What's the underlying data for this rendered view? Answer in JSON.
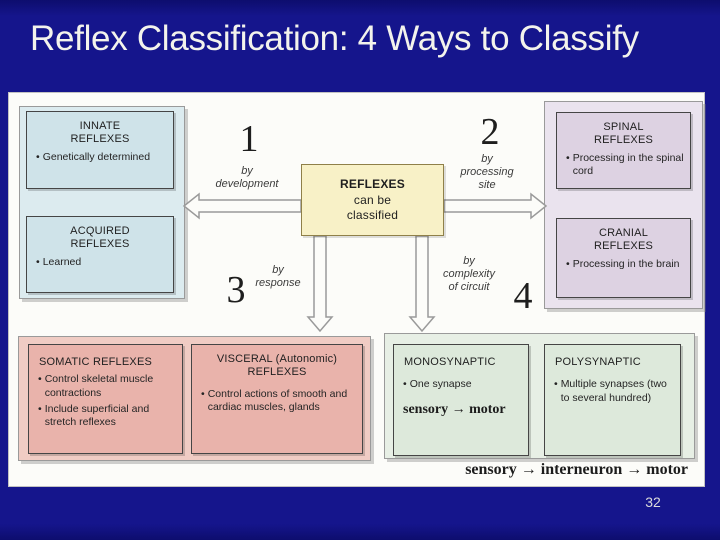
{
  "colors": {
    "slide_background": "#15158C",
    "title_text": "#F3F3EC",
    "diagram_background": "#FCFCF9",
    "blue_box": "#CFE3E9",
    "blue_group": "#DCEBEF",
    "lavender_box": "#DDD2E2",
    "lavender_group": "#EAE3EE",
    "yellow_box": "#F8F1C7",
    "pink_box": "#E9B3AB",
    "pink_group": "#F0CCC4",
    "green_box": "#DDE9DB",
    "green_group": "#E7EFE5"
  },
  "slide": {
    "title": "Reflex Classification:  4 Ways to Classify",
    "page_number": "32"
  },
  "diagram": {
    "bullet_char": "•",
    "center_box": {
      "heading": "REFLEXES",
      "line1": "can be",
      "line2": "classified"
    },
    "classifiers": [
      {
        "number": "1",
        "label": "by\ndevelopment"
      },
      {
        "number": "2",
        "label": "by\nprocessing\nsite"
      },
      {
        "number": "3",
        "label": "by\nresponse"
      },
      {
        "number": "4",
        "label": "by\ncomplexity\nof circuit"
      }
    ],
    "development_group": {
      "boxes": [
        {
          "title": "INNATE\nREFLEXES",
          "bullets": [
            "Genetically determined"
          ]
        },
        {
          "title": "ACQUIRED\nREFLEXES",
          "bullets": [
            "Learned"
          ]
        }
      ]
    },
    "processing_group": {
      "boxes": [
        {
          "title": "SPINAL\nREFLEXES",
          "bullets": [
            "Processing in the spinal cord"
          ]
        },
        {
          "title": "CRANIAL\nREFLEXES",
          "bullets": [
            "Processing in the brain"
          ]
        }
      ]
    },
    "response_group": {
      "boxes": [
        {
          "title": "SOMATIC REFLEXES",
          "bullets": [
            "Control skeletal muscle contractions",
            "Include superficial and stretch reflexes"
          ]
        },
        {
          "title": "VISCERAL (Autonomic)\nREFLEXES",
          "bullets": [
            "Control actions of smooth and cardiac muscles, glands"
          ]
        }
      ]
    },
    "circuit_group": {
      "boxes": [
        {
          "title": "MONOSYNAPTIC",
          "bullets": [
            "One synapse"
          ],
          "formula": "sensory → motor"
        },
        {
          "title": "POLYSYNAPTIC",
          "bullets": [
            "Multiple synapses (two to several hundred)"
          ]
        }
      ],
      "caption": "sensory → interneuron → motor"
    }
  }
}
